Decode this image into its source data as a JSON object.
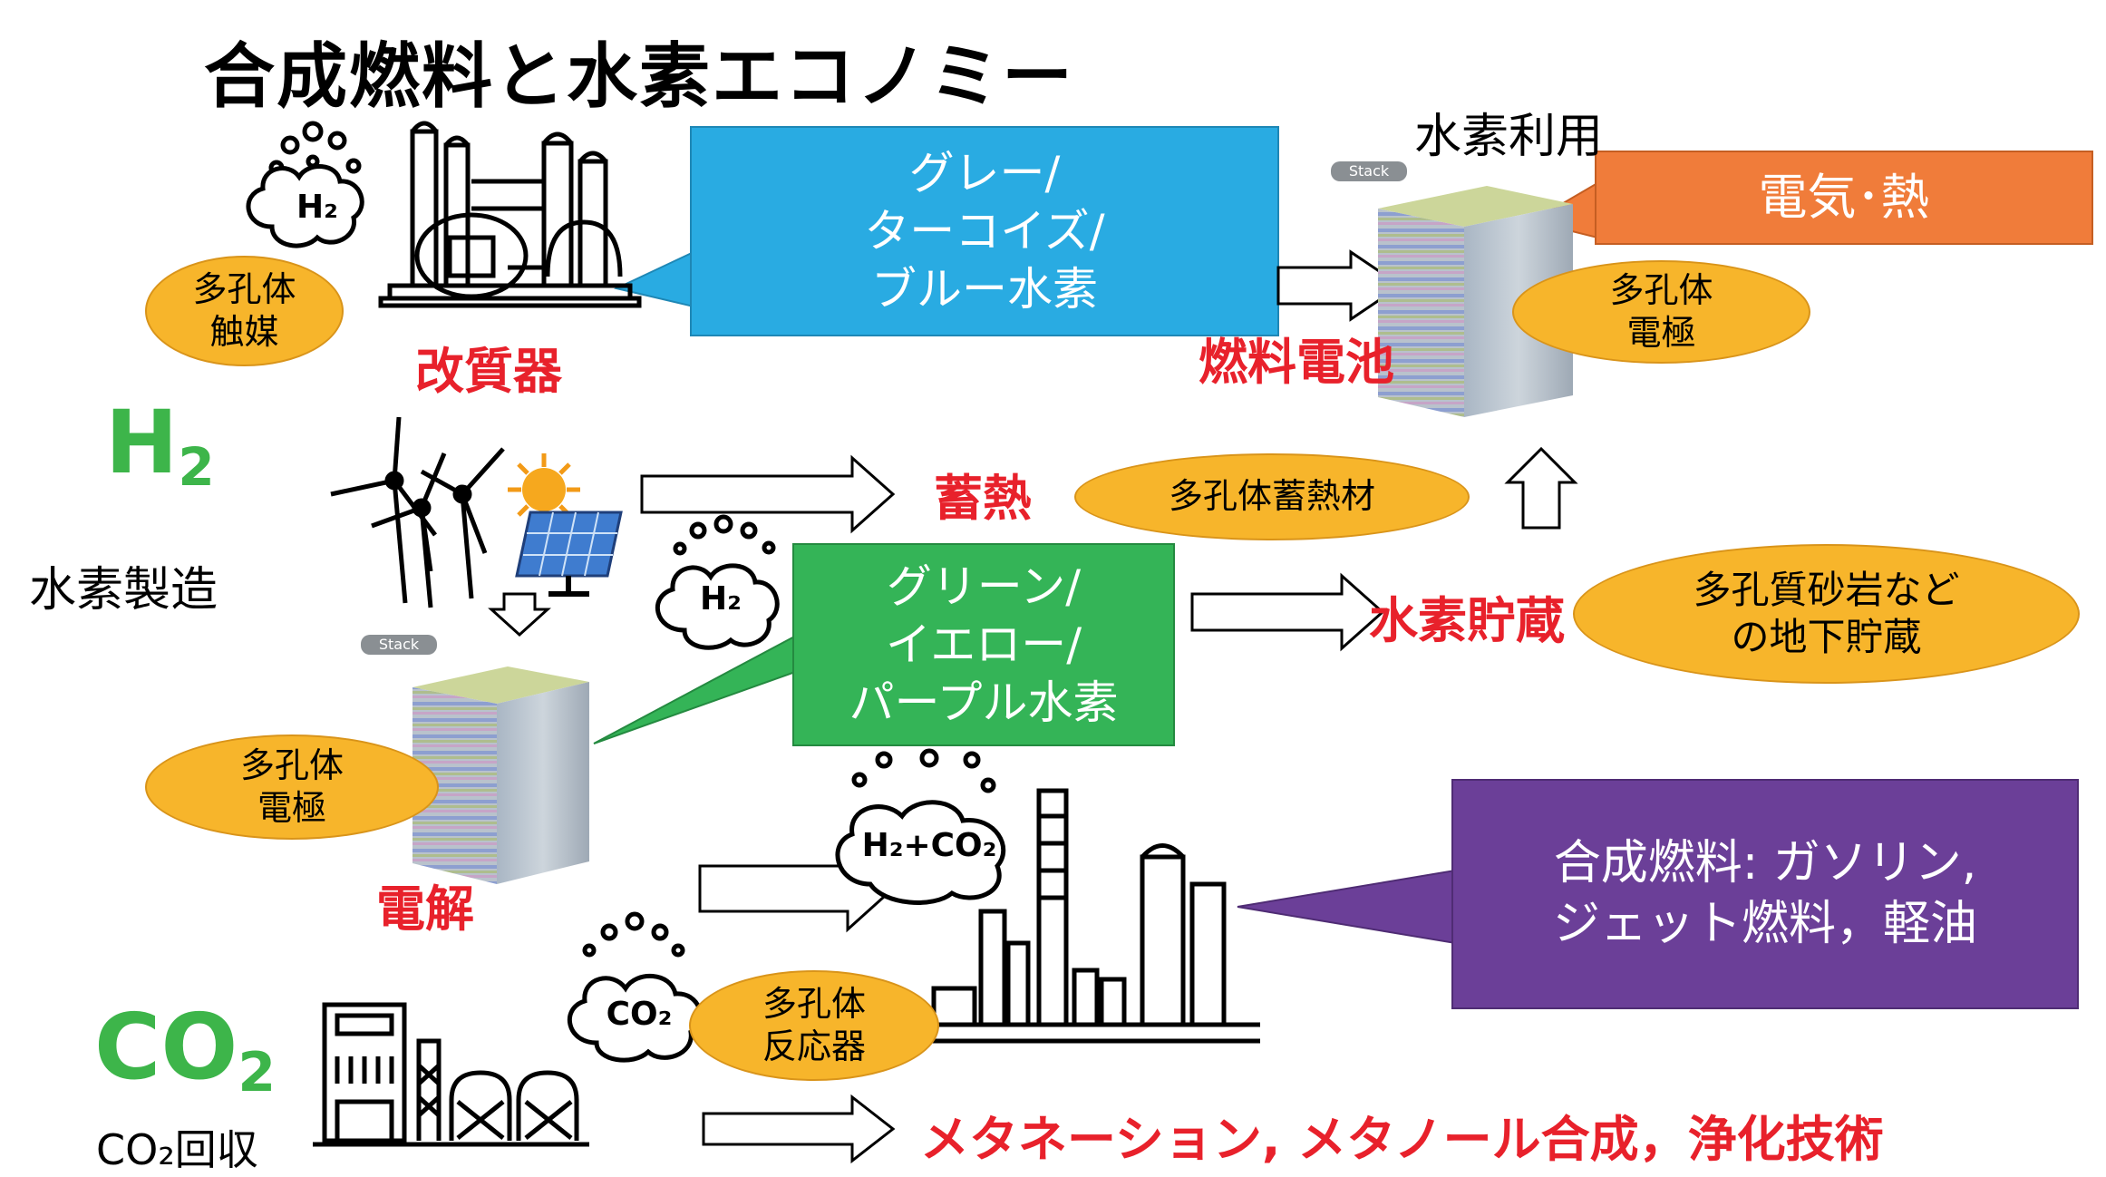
{
  "title": "合成燃料と水素エコノミー",
  "hydrogen_use_label": "水素利用",
  "hydrogen_production_label": "水素製造",
  "co2_capture_label": "CO₂回収",
  "h2_symbol": {
    "main": "H",
    "sub": "2"
  },
  "co2_symbol": {
    "main": "CO",
    "sub": "2"
  },
  "red_labels": {
    "reformer": "改質器",
    "fuel_cell": "燃料電池",
    "heat_storage": "蓄熱",
    "hydrogen_storage": "水素貯蔵",
    "electrolysis": "電解",
    "methanation": "メタネーション, メタノール合成，浄化技術"
  },
  "ovals": {
    "catalyst": [
      "多孔体",
      "触媒"
    ],
    "electrode_top": [
      "多孔体",
      "電極"
    ],
    "heat_material": [
      "多孔体蓄熱材"
    ],
    "underground": [
      "多孔質砂岩など",
      "の地下貯蔵"
    ],
    "electrode_bottom": [
      "多孔体",
      "電極"
    ],
    "reactor": [
      "多孔体",
      "反応器"
    ]
  },
  "callouts": {
    "grey": [
      "グレー/",
      "ターコイズ/",
      "ブルー水素"
    ],
    "electricity": [
      "電気･熱"
    ],
    "green": [
      "グリーン/",
      "イエロー/",
      "パープル水素"
    ],
    "synthetic": [
      "合成燃料: ガソリン,",
      "ジェット燃料，軽油"
    ]
  },
  "clouds": {
    "h2_top": "H₂",
    "h2_mid": "H₂",
    "h2_co2": "H₂+CO₂",
    "co2": "CO₂"
  },
  "stack_tag": "Stack",
  "colors": {
    "blue": "#29abe2",
    "orange": "#f07c3a",
    "green": "#34b457",
    "purple": "#6b3f98",
    "red_text": "#e8212b",
    "oval": "#f7b52b",
    "symbol_green": "#3db54a"
  },
  "icons": [
    "hydrogen-cloud-icon",
    "refinery-icon",
    "wind-turbine-icon",
    "sun-icon",
    "solar-panel-icon",
    "stack-icon",
    "chemical-plant-icon",
    "power-plant-icon",
    "co2-cloud-icon"
  ]
}
